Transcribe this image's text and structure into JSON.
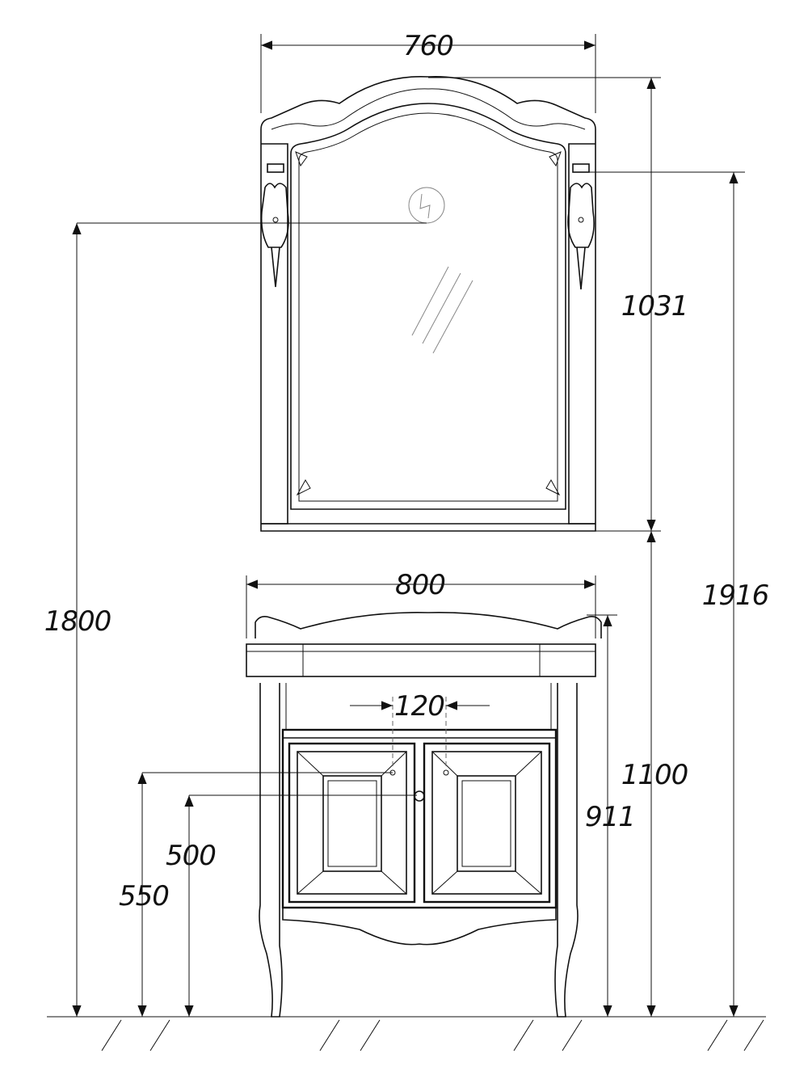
{
  "dimensions": {
    "mirror_width": "760",
    "mirror_height": "1031",
    "vanity_width": "800",
    "handle_spacing": "120",
    "total_height": "1916",
    "socket_height": "1800",
    "mirror_bottom_height": "1100",
    "vanity_height": "911",
    "lower_pipe_height": "500",
    "upper_pipe_height": "550"
  },
  "colors": {
    "line": "#111111",
    "background": "#ffffff"
  },
  "icons": {
    "socket": "electrical-socket-icon"
  }
}
